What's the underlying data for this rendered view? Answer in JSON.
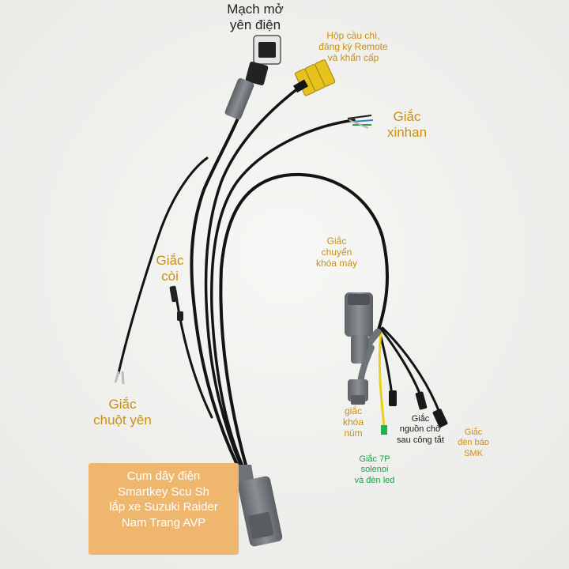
{
  "labels": {
    "seat_circuit": "Mạch mở\nyên điện",
    "fuse_box": "Hộp cầu chì,\nđăng ký Remote\nvà khẩn cấp",
    "turn_signal": "Giắc\nxinhan",
    "horn": "Giắc\ncòi",
    "seat_mouse": "Giắc\nchuột yên",
    "ignition_switch": "Giắc\nchuyển\nkhóa máy",
    "knob_lock": "giắc\nkhóa\nnúm",
    "standby_power": "Giắc\nnguồn chờ\nsau công tắt",
    "smk_light": "Giắc\nđèn báo\nSMK",
    "solenoid_7p": "Giắc 7P\nsolenoi\nvà đèn led"
  },
  "caption": "Cụm dây điện\nSmartkey Scu Sh\nlắp xe Suzuki Raider\nNam Trang AVP",
  "colors": {
    "background": "#f3f3f1",
    "label_gold": "#c89014",
    "caption_bg": "#efb66e",
    "wire": "#141414",
    "connector_grey": "#6e7377",
    "fuse_yellow": "#e8c21c",
    "yellow_wire": "#e6d21a",
    "green_label": "#1aa24a"
  }
}
